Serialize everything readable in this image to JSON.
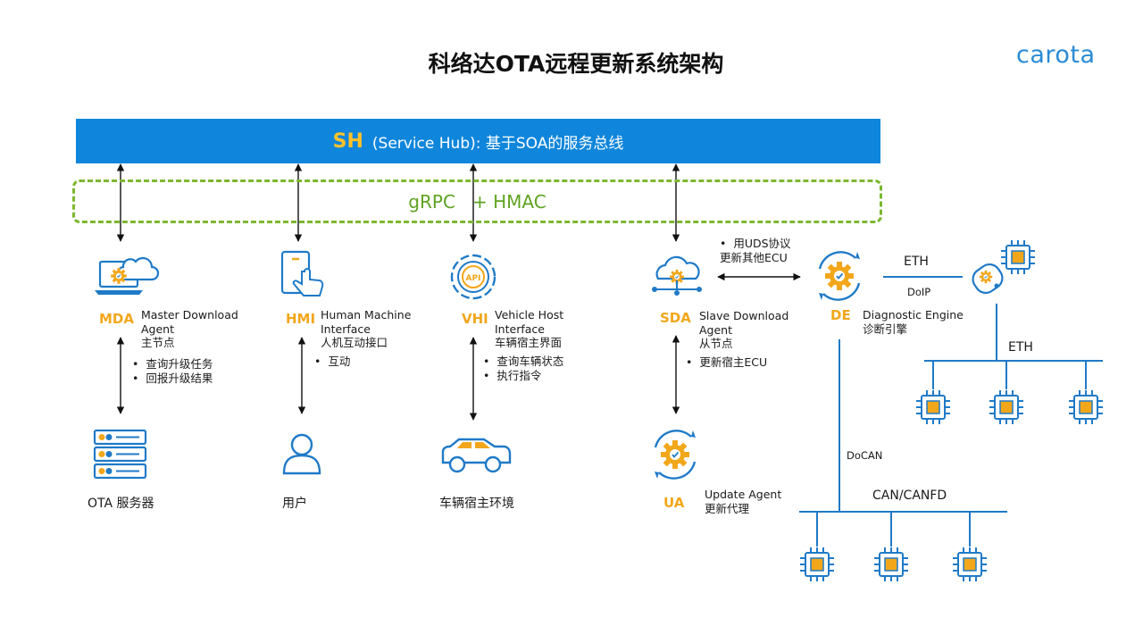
{
  "title": "科络达OTA远程更新系统架构",
  "logo": "carota",
  "service_hub": {
    "abbr": "SH",
    "desc": "(Service Hub): 基于SOA的服务总线"
  },
  "protocol_band": "gRPC   + HMAC",
  "components": {
    "mda": {
      "abbr": "MDA",
      "lines": [
        "Master Download",
        "Agent",
        "主节点"
      ],
      "bullets": [
        "查询升级任务",
        "回报升级结果"
      ]
    },
    "hmi": {
      "abbr": "HMI",
      "lines": [
        "Human Machine",
        "Interface",
        "人机互动接口"
      ],
      "bullets": [
        "互动"
      ]
    },
    "vhi": {
      "abbr": "VHI",
      "lines": [
        "Vehicle Host",
        "Interface",
        "车辆宿主界面"
      ],
      "bullets": [
        "查询车辆状态",
        "执行指令"
      ]
    },
    "sda": {
      "abbr": "SDA",
      "lines": [
        "Slave Download",
        "Agent",
        "从节点"
      ],
      "bullets": [
        "更新宿主ECU"
      ]
    },
    "de": {
      "abbr": "DE",
      "lines": [
        "Diagnostic Engine",
        "诊断引擎"
      ]
    },
    "ua": {
      "abbr": "UA",
      "lines": [
        "Update Agent",
        "更新代理"
      ]
    }
  },
  "sda_de_note": [
    "用UDS协议",
    "更新其他ECU"
  ],
  "endpoints": {
    "ota_server": "OTA 服务器",
    "user": "用户",
    "vehicle_env": "车辆宿主环境"
  },
  "network": {
    "eth_top": "ETH",
    "doip": "DoIP",
    "eth_bus": "ETH",
    "docan": "DoCAN",
    "can_bus": "CAN/CANFD"
  },
  "colors": {
    "primary_blue": "#0f86db",
    "accent_orange": "#f2a71b",
    "green": "#7cb82f",
    "icon_blue": "#1f7ac7"
  }
}
